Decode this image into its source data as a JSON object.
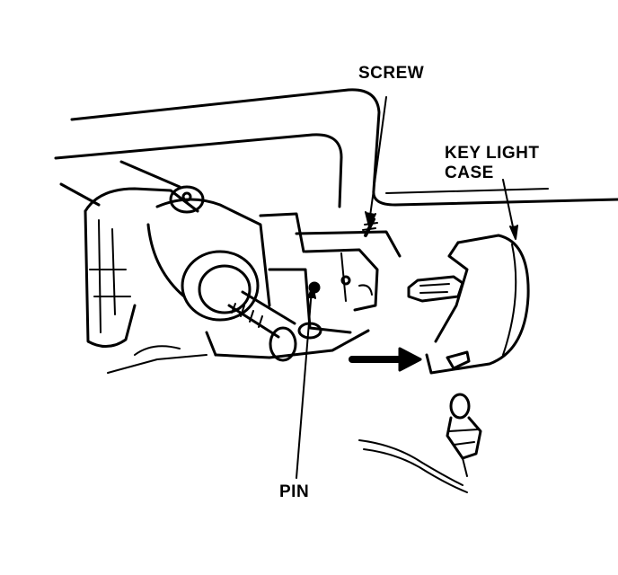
{
  "labels": {
    "screw": "SCREW",
    "key_light_line1": "KEY LIGHT",
    "key_light_line2": "CASE",
    "pin": "PIN"
  },
  "colors": {
    "ink": "#000000",
    "paper": "#ffffff"
  },
  "icons": {
    "direction": "arrow-right-icon"
  }
}
